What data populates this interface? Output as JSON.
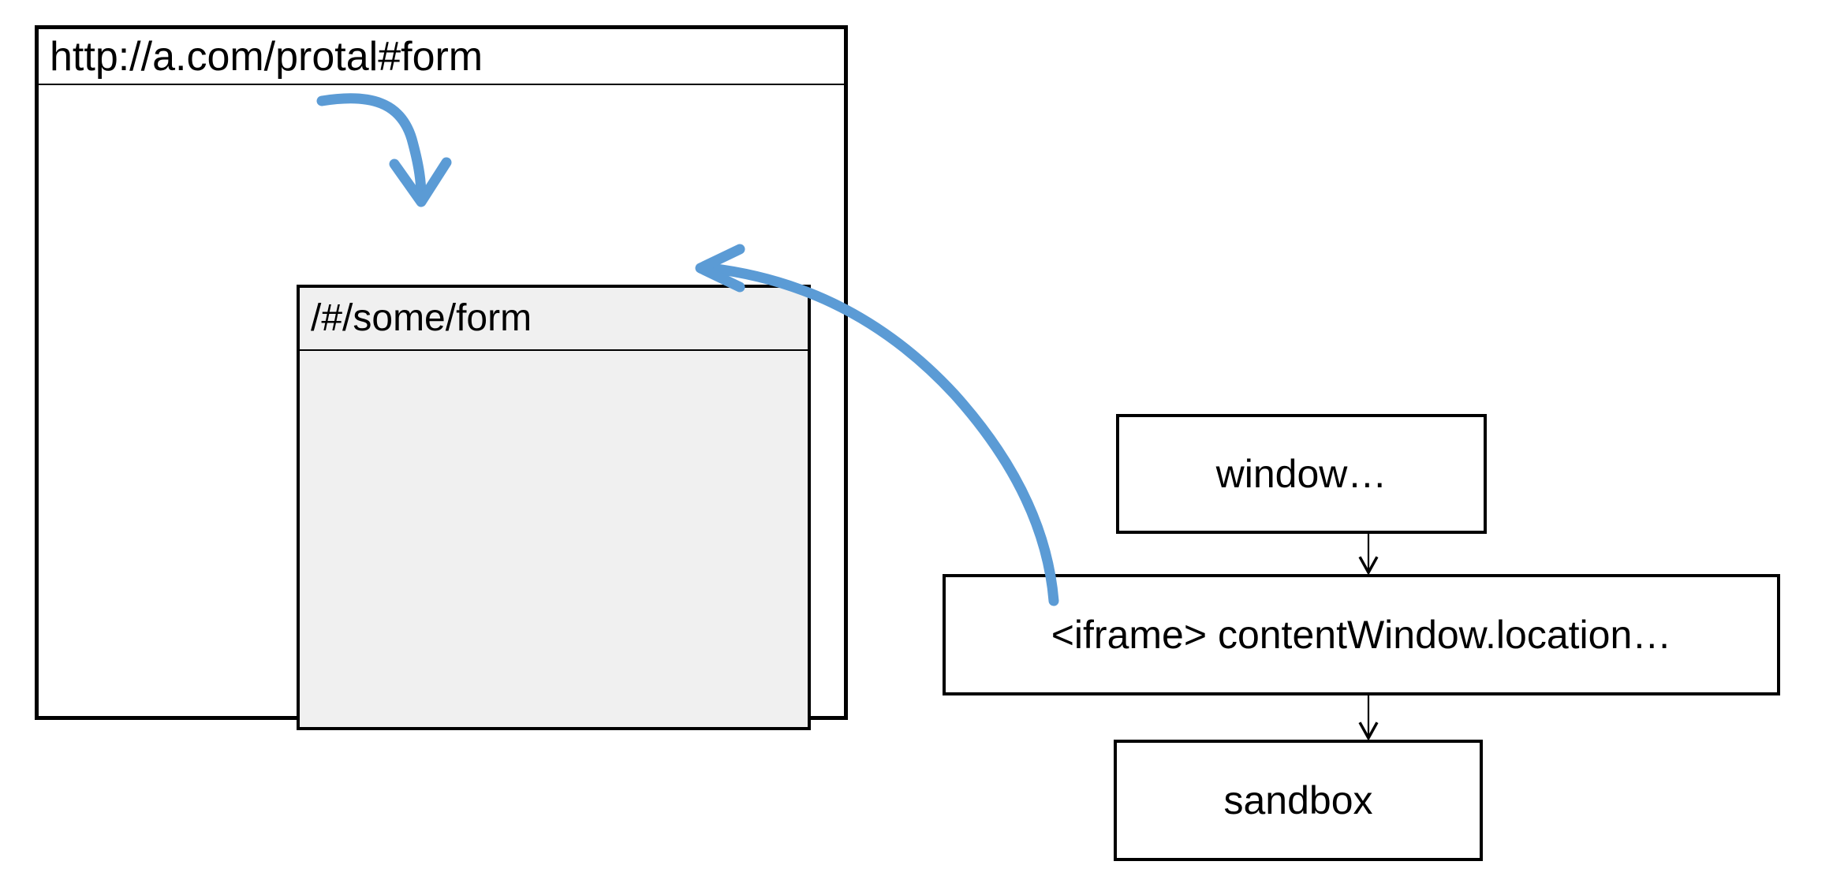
{
  "diagram": {
    "title": "iframe contentWindow location sandbox diagram",
    "accent_color": "#5B9BD5",
    "line_color": "#000000",
    "panel_fill": "#F0F0F0",
    "page_background": "#FFFFFF"
  },
  "browser": {
    "url": "http://a.com/protal#form",
    "iframe": {
      "url": "/#/some/form",
      "content": ""
    }
  },
  "flow": {
    "boxes": [
      {
        "id": "window",
        "label": "window…"
      },
      {
        "id": "iframe",
        "label": "<iframe> contentWindow.location…"
      },
      {
        "id": "sandbox",
        "label": "sandbox"
      }
    ],
    "connectors": [
      {
        "from": "window",
        "to": "iframe",
        "style": "thin-arrow-down"
      },
      {
        "from": "iframe",
        "to": "sandbox",
        "style": "thin-arrow-down"
      }
    ]
  },
  "annotations": [
    {
      "id": "url-to-iframe",
      "shape": "curved-arrow",
      "color": "#5B9BD5",
      "points_from": "http://a.com/protal#form",
      "points_to": "/#/some/form"
    },
    {
      "id": "iframe-box-to-iframe-urlbar",
      "shape": "curved-arrow",
      "color": "#5B9BD5",
      "points_from": "<iframe> contentWindow.location…",
      "points_to": "/#/some/form"
    }
  ]
}
